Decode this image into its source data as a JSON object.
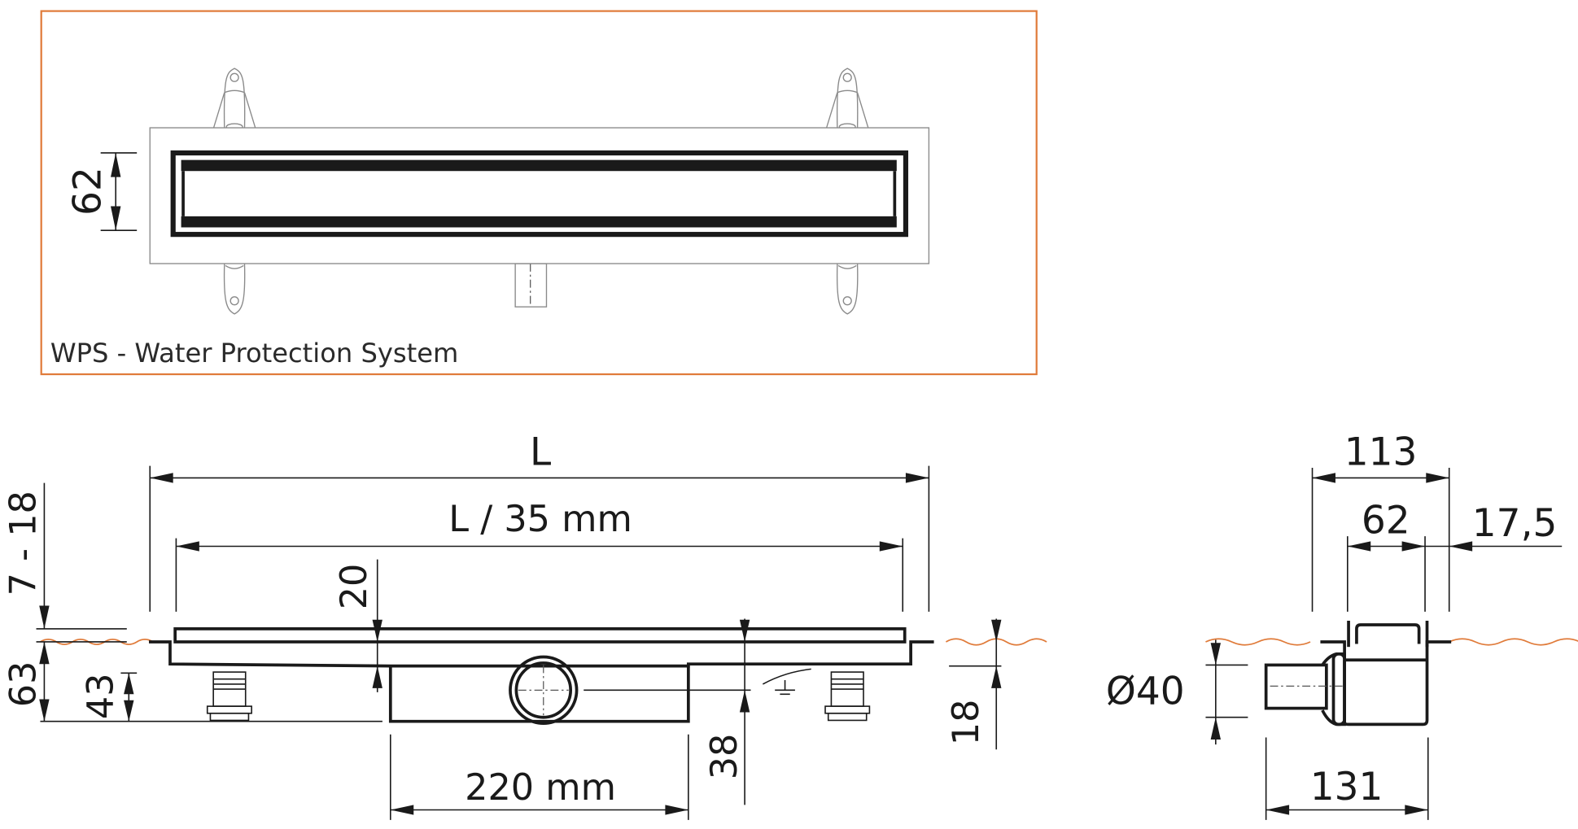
{
  "colors": {
    "frame": "#e07b3a",
    "floor_line": "#e07b3a",
    "ink": "#1a1a1a",
    "light_ink": "#8a8a8a",
    "background": "#ffffff"
  },
  "top_view": {
    "caption": "WPS - Water Protection System",
    "dim_grate_width": "62"
  },
  "side_view": {
    "dim_total_length": "L",
    "dim_grate_length": "L ∕ 35 mm",
    "dim_adjust_range": "7 - 18",
    "dim_grate_height": "20",
    "dim_total_height": "63",
    "dim_foot_height": "43",
    "dim_outlet_center": "38",
    "dim_flange_height": "18",
    "dim_outlet_offset": "220 mm"
  },
  "section_view": {
    "dim_overall_width": "113",
    "dim_grate_width": "62",
    "dim_flange_width": "17,5",
    "dim_pipe_diameter": "Ø40",
    "dim_outlet_length": "131"
  }
}
